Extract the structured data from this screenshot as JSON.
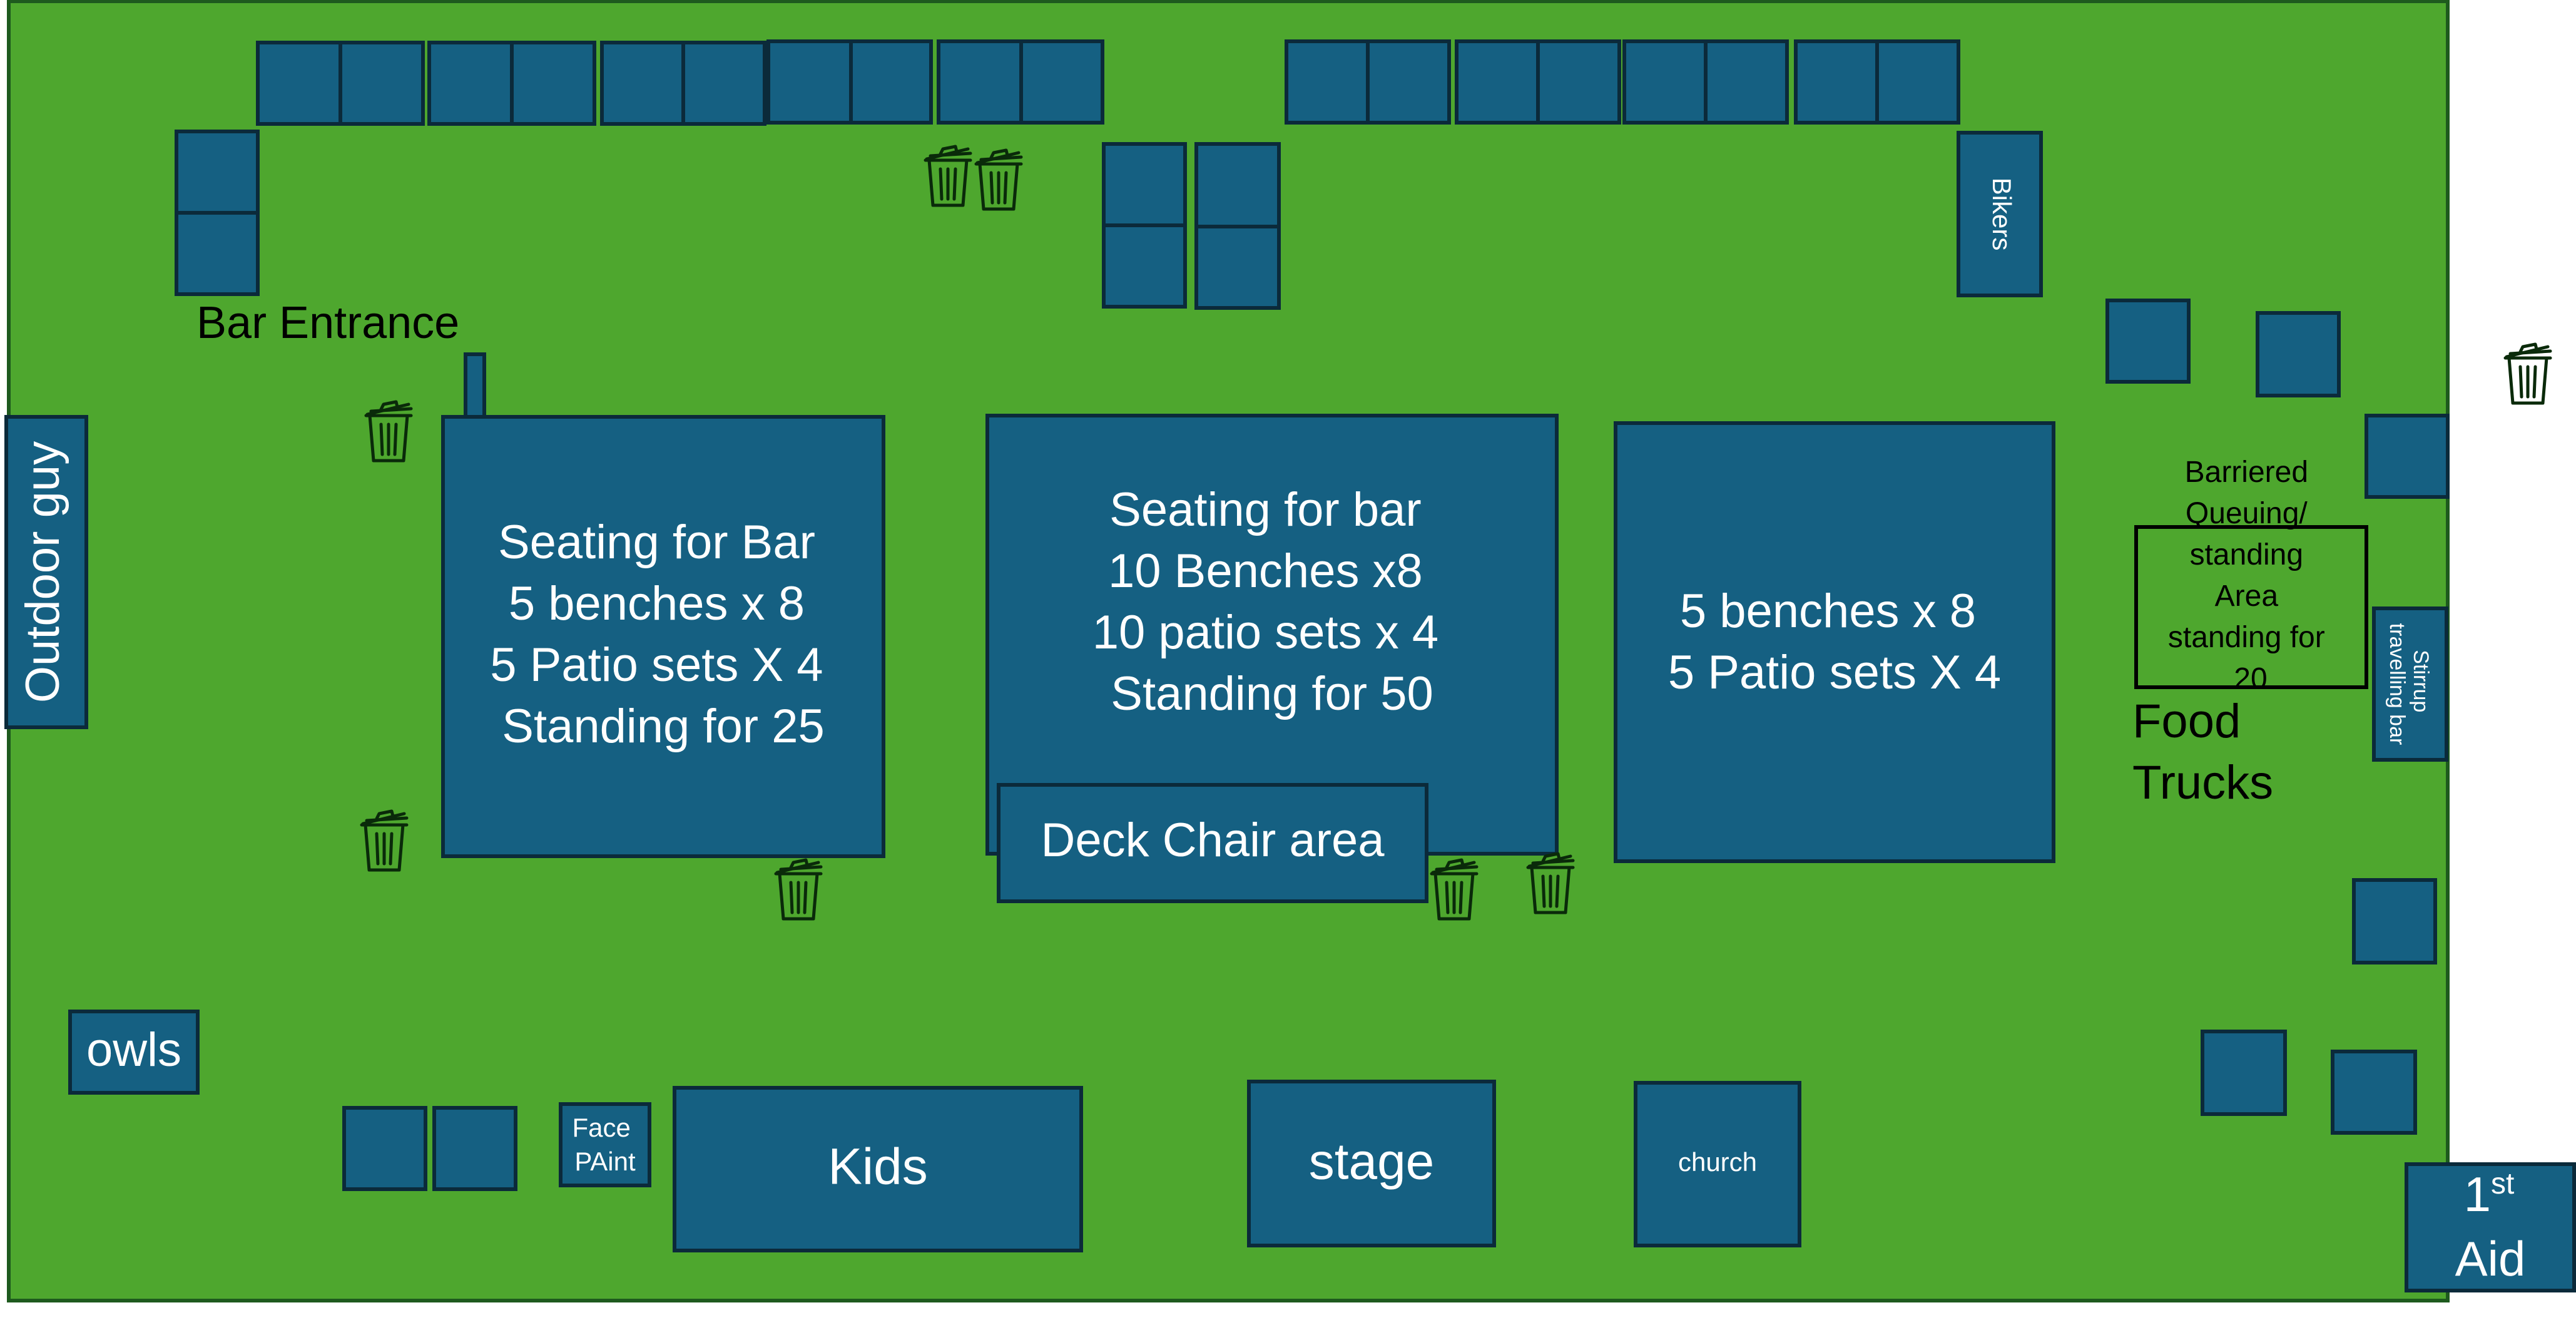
{
  "map": {
    "colors": {
      "grass": "#4ea72e",
      "area": "#156082",
      "area_border": "#0b2a3a",
      "label": "#ffffff"
    },
    "labels": {
      "bar_entrance": "Bar Entrance",
      "outdoor_guy": "Outdoor guy",
      "owls": "owls",
      "face_paint": [
        "Face",
        "PAint"
      ],
      "kids": "Kids",
      "stage": "stage",
      "church": "church",
      "bikers": "Bikers",
      "stirrup": [
        "Stirrup",
        "travelling bar"
      ],
      "first_aid": {
        "main": "1",
        "sup": "st",
        "line2": "Aid"
      },
      "deck_chair": "Deck Chair area",
      "food_trucks": [
        "Food",
        "Trucks"
      ]
    },
    "seating_areas": {
      "left": [
        "Seating for Bar",
        "5 benches x 8",
        "5 Patio sets X 4",
        "Standing for 25"
      ],
      "center": [
        "Seating for bar",
        "10 Benches x8",
        "10 patio sets x 4",
        "Standing for  50"
      ],
      "right": [
        "5 benches x 8",
        "5 Patio sets X 4"
      ]
    },
    "queue_area": [
      "Barriered",
      "Queuing/",
      "standing",
      "Area",
      "standing for",
      "20"
    ],
    "icons": {
      "bin": "trash-bin-icon"
    }
  }
}
